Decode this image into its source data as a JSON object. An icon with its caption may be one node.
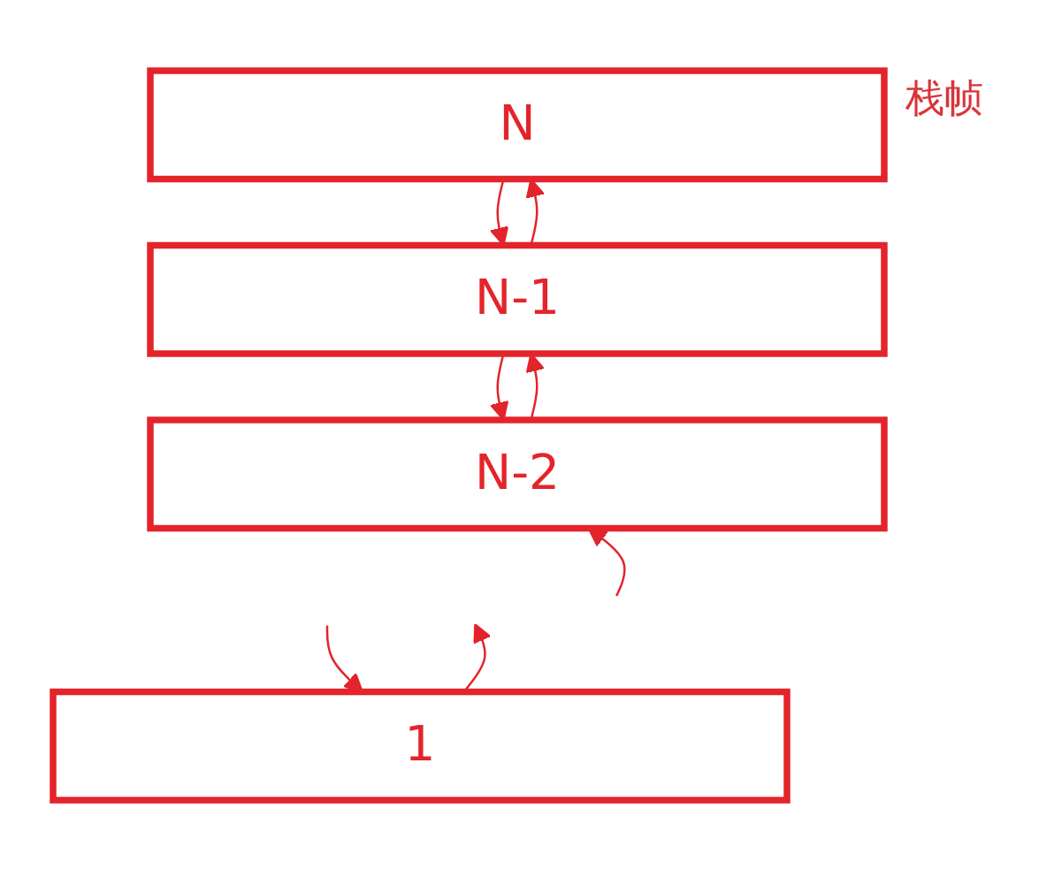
{
  "diagram": {
    "nodes": [
      {
        "text": [
          "N"
        ],
        "beside": [
          "栈帧"
        ]
      },
      {
        "text": [
          "N-1"
        ]
      },
      {
        "text": [
          "N-2"
        ]
      },
      {
        "text": [
          "1"
        ]
      }
    ],
    "edges": [
      {
        "from": 0,
        "to": 1,
        "arrow": "to"
      },
      {
        "from": 1,
        "to": 2,
        "arrow": "to"
      },
      {
        "from": null,
        "to": 3,
        "arrow": "to"
      },
      {
        "from": 3,
        "to": null,
        "arrow": "to"
      },
      {
        "from": null,
        "to": 2,
        "arrow": "to"
      },
      {
        "from": 2,
        "to": 1,
        "arrow": "to"
      },
      {
        "from": 1,
        "to": 0,
        "arrow": "to"
      }
    ]
  }
}
